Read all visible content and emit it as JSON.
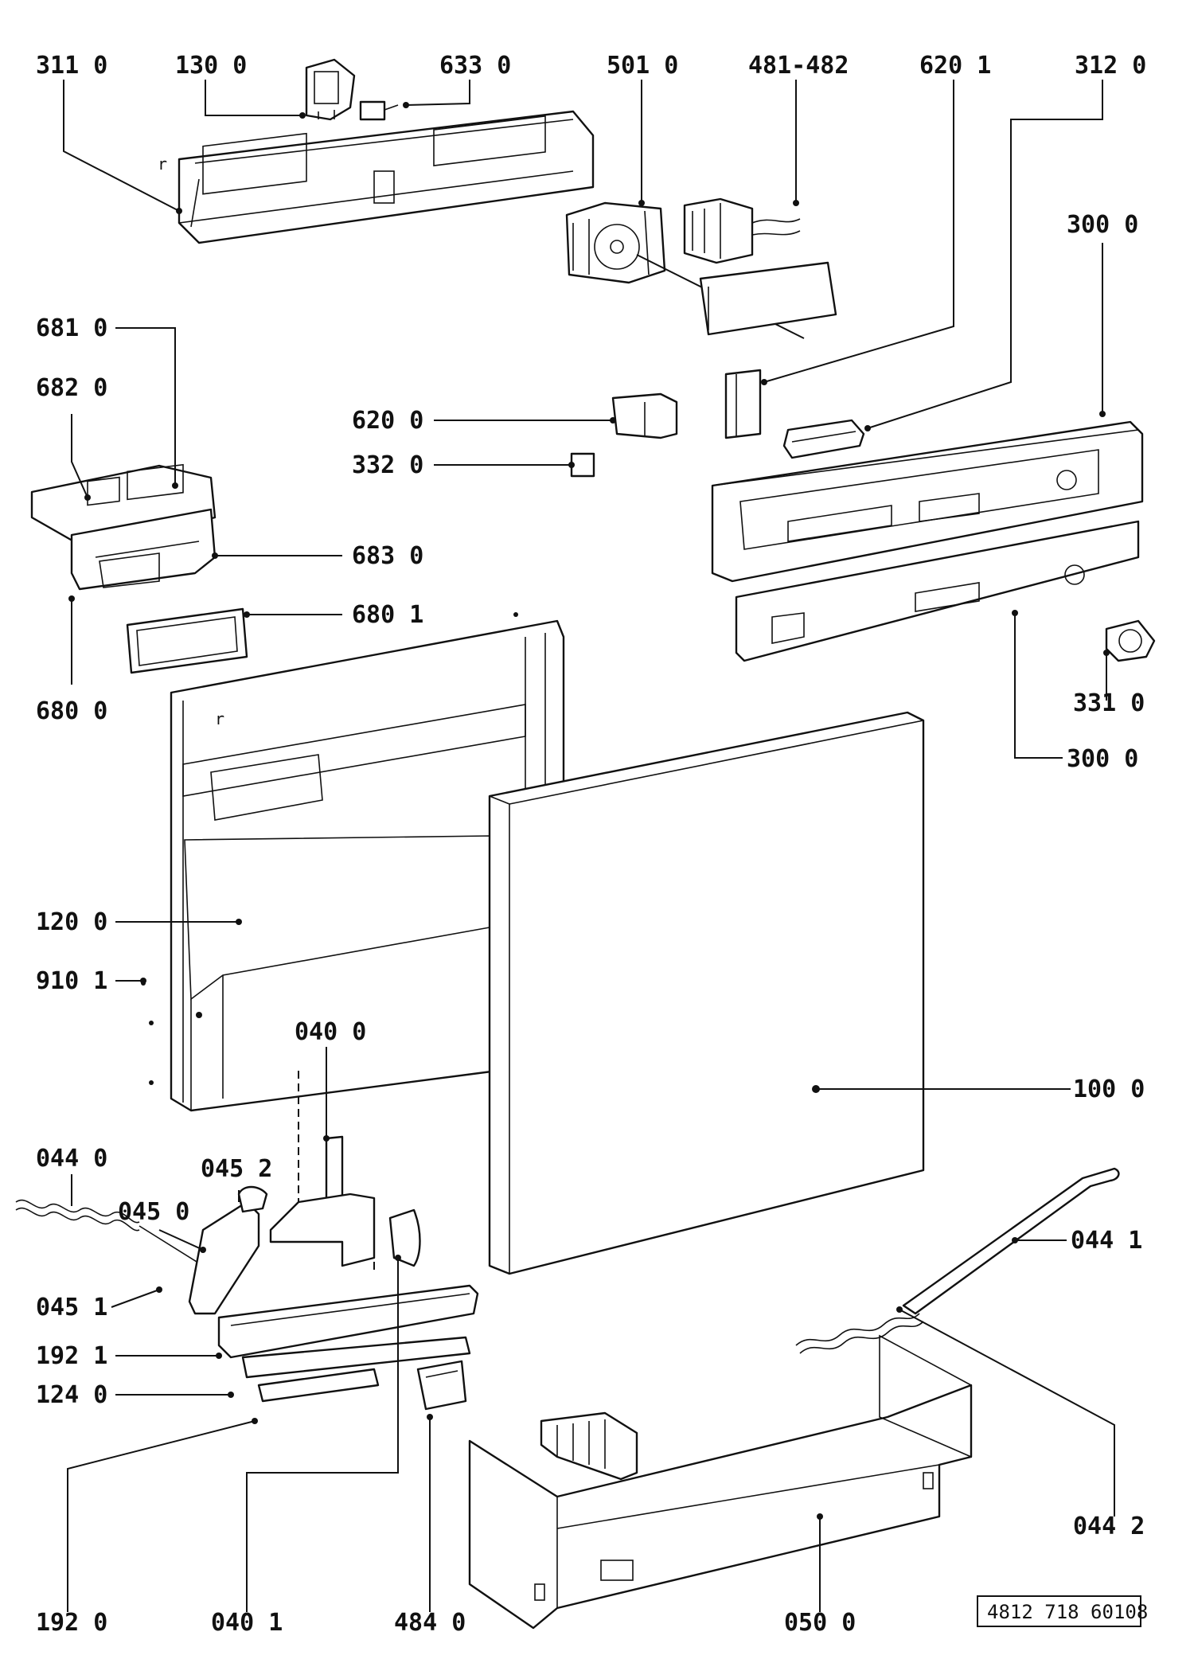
{
  "drawing_number": "4812 718 60108",
  "part_labels": {
    "p3110": "311 0",
    "p1300": "130 0",
    "p6330": "633 0",
    "p5010": "501 0",
    "p481": "481-482",
    "p6201": "620 1",
    "p3120": "312 0",
    "p3000a": "300 0",
    "p6810": "681 0",
    "p6820": "682 0",
    "p6200": "620 0",
    "p3320": "332 0",
    "p6830": "683 0",
    "p6801": "680 1",
    "p6800": "680 0",
    "p3310": "331 0",
    "p3000b": "300 0",
    "p1200": "120 0",
    "p9101": "910 1",
    "p0400": "040 0",
    "p1000": "100 0",
    "p0440": "044 0",
    "p0452": "045 2",
    "p0450": "045 0",
    "p0441": "044 1",
    "p0451": "045 1",
    "p1921": "192 1",
    "p1240": "124 0",
    "p0442": "044 2",
    "p1920": "192 0",
    "p0401": "040 1",
    "p4840": "484 0",
    "p0500": "050 0"
  },
  "marker_r": "r"
}
